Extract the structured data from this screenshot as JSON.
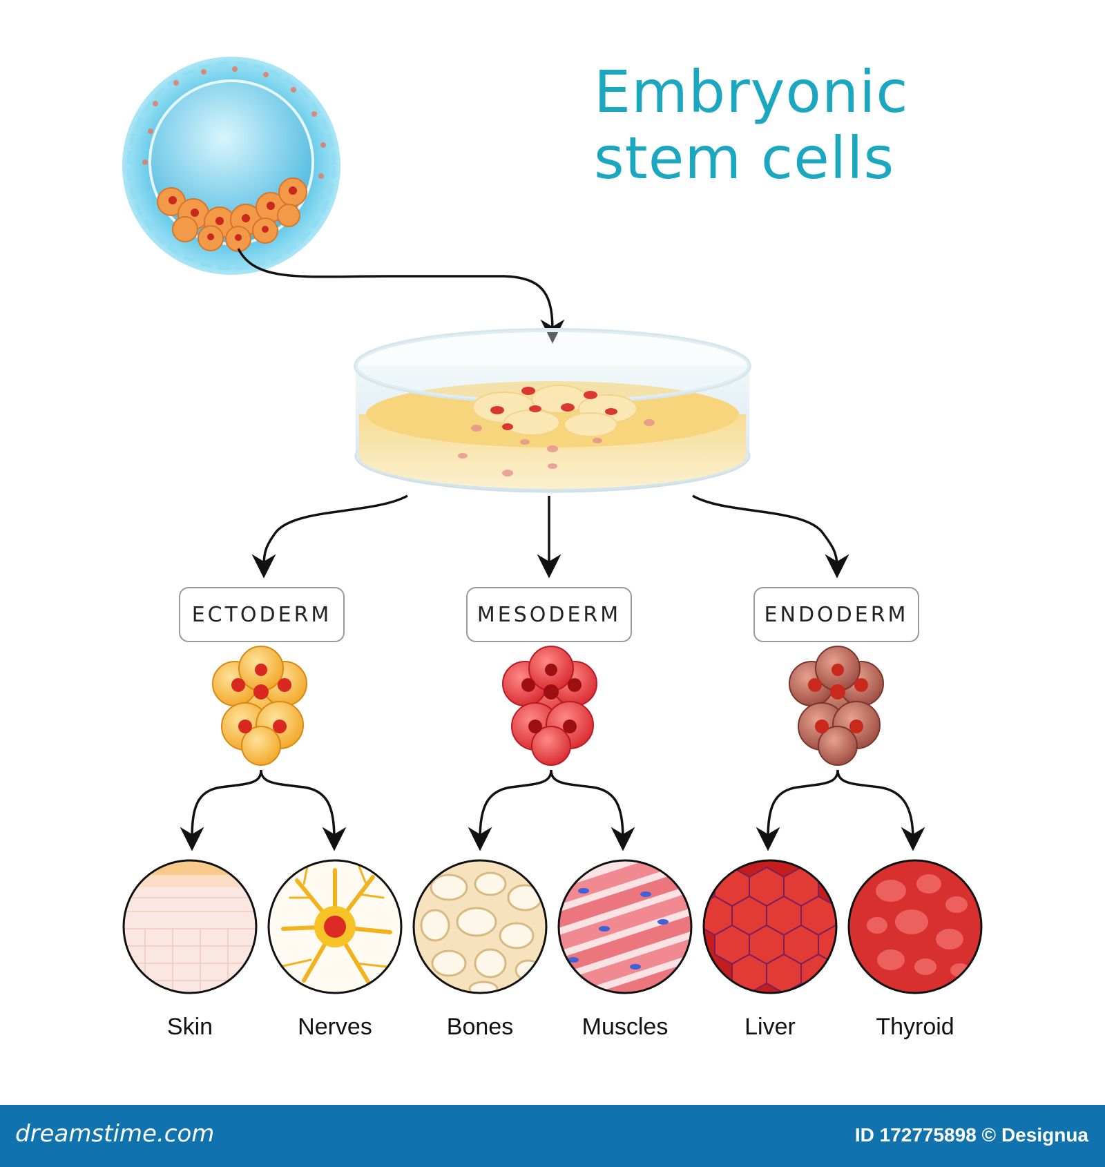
{
  "title": {
    "line1": "Embryonic",
    "line2": "stem cells"
  },
  "germ_layers": [
    {
      "label": "ECTODERM",
      "color": "#f2a626"
    },
    {
      "label": "MESODERM",
      "color": "#e2383f"
    },
    {
      "label": "ENDODERM",
      "color": "#a8554a"
    }
  ],
  "tissues": [
    {
      "label": "Skin",
      "icon": "skin-tissue-icon"
    },
    {
      "label": "Nerves",
      "icon": "neuron-icon"
    },
    {
      "label": "Bones",
      "icon": "bone-tissue-icon"
    },
    {
      "label": "Muscles",
      "icon": "muscle-fiber-icon"
    },
    {
      "label": "Liver",
      "icon": "liver-lobule-icon"
    },
    {
      "label": "Thyroid",
      "icon": "thyroid-tissue-icon"
    }
  ],
  "footer": {
    "logo": "dreamstime.com",
    "id_text": "ID 172775898 © Designua"
  },
  "colors": {
    "title": "#1aa7bf",
    "footer_bg": "#1173ad",
    "blastocyst": "#6fd0ec",
    "petri_medium": "#f6dc8e"
  }
}
